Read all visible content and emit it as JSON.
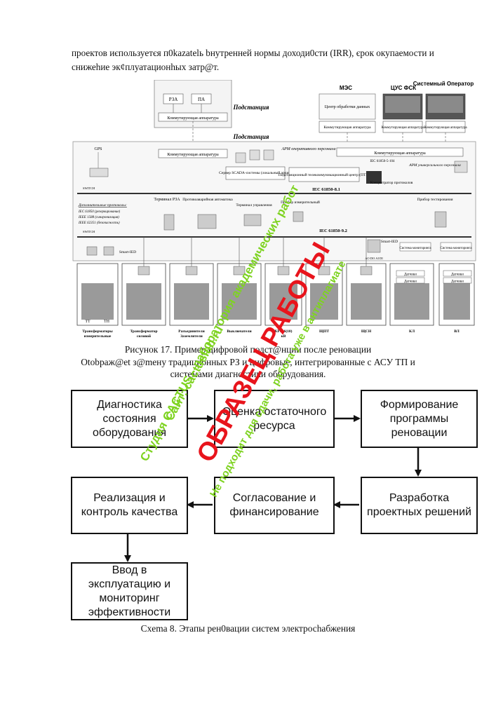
{
  "paragraph": {
    "line1": "проектов иєпользуетєя п0kazatelь bнутренней нормы доходи0сти (IRR), єрок окупаемости и",
    "line2": "снижеhие эк¢плуатациoнhых затр@т."
  },
  "figure17": {
    "top_substation": {
      "title": "Подстанция",
      "rza": "РЗА",
      "pa": "ПА",
      "switch": "Коммутирующая аппаратура"
    },
    "main_substation_title": "Подстанция",
    "mes": "МЭС",
    "cus_fsk": "ЦУС ФСК",
    "system_operator": "Системный Оператор",
    "data_center": "Центр обработки данных",
    "switchgear": "Коммутирующая аппаратура",
    "gps": "GPS",
    "arm_oper": "АРМ оперативного персонала",
    "arm_univ": "АРМ универсального персонала",
    "iec104": "IEC 61850-5-104",
    "scada": "Сервер SCADA-системы (локальный архив)",
    "ptc": "Подстанционный телекоммуникационный центр (ПТЦ)",
    "protocol_concentrator": "Концентратор протоколов",
    "iec_81": "IEC 61850-8.1",
    "iec_92": "IEC 61850-9.2",
    "extra_protocols": "Дополнительные протоколы:",
    "protocol_list": [
      "IEC 61850 (резервирование)",
      "IEEE 1588 (синхронизация)",
      "IEEE 62351 (безопасность)"
    ],
    "switch_label": "SWITCH",
    "terminal_rza": "Терминал РЗА",
    "pa_terminal": "Противоаварийная автоматика",
    "control_terminal": "Терминал управления",
    "measure_device": "Прибор измерительный",
    "test_device": "Прибор тестирования",
    "smart_ied": "Smart-IED",
    "monitoring_system": "Система мониторинга",
    "sensors": "Датчики",
    "ao_do_ai_di": "AO DO AI DI",
    "bottom_labels": [
      "Трансформаторы измерительные",
      "Трансформатор силовой",
      "Разъединители Заземлители",
      "Выключатели",
      "КРУ-6(10) кВ",
      "ЩПТ",
      "ЩСН",
      "КЛ",
      "ВЛ"
    ],
    "tt": "ТТ",
    "tn": "ТН"
  },
  "caption17": {
    "line1": "Рисунок 17. Пример цифровой подст@нции после реновации",
    "line2": "Otobраж@et з@meну традиционных РЗ и цифровые, интегрированные с АСУ ТП и",
    "line3": "системами диагностики об0рудования."
  },
  "scheme8": {
    "boxes": [
      "Диагностика состояния оборудования",
      "Оценка остаточного ресурса",
      "Формирование программы реновации",
      "Разработка проектных решений",
      "Согласование и финансирование",
      "Реализация и контроль качества",
      "Ввод в эксплуатацию и мониторинг эффективности"
    ],
    "caption": "Cхema 8. Этапы peн0вации систем электросhабжения"
  },
  "watermark": {
    "line1": "Студия CACTUS - лаборатория академических работ",
    "line2": "Сайт: cactuslab.ru",
    "line3": "ОБРАЗЕЦ РАБОТЫ",
    "line4": "Не подходит для сдачи, работа уже в антиплагиате",
    "color_red": "#e8141c",
    "color_green": "#7ed321"
  }
}
